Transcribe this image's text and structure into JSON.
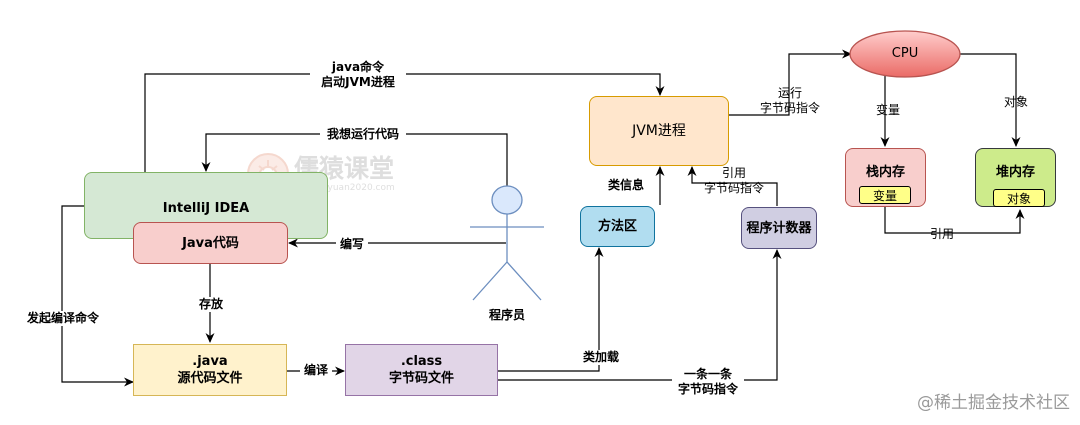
{
  "nodes": {
    "idea": "IntelliJ IDEA",
    "java_code": "Java代码",
    "java_file": [
      ".java",
      "源代码文件"
    ],
    "class_file": [
      ".class",
      "字节码文件"
    ],
    "programmer": "程序员",
    "jvm": "JVM进程",
    "method_area": "方法区",
    "pc_counter": "程序计数器",
    "cpu": "CPU",
    "stack": "栈内存",
    "stack_tag": "变量",
    "heap": "堆内存",
    "heap_tag": "对象"
  },
  "edges": {
    "java_cmd": [
      "java命令",
      "启动JVM进程"
    ],
    "want_run": "我想运行代码",
    "write": "编写",
    "store": "存放",
    "compile_cmd": "发起编译命令",
    "compile": "编译",
    "class_load": "类加载",
    "class_info": "类信息",
    "ref_instr": [
      "引用",
      "字节码指令"
    ],
    "one_by_one": [
      "一条一条",
      "字节码指令"
    ],
    "run_instr": [
      "运行",
      "字节码指令"
    ],
    "var": "变量",
    "obj": "对象",
    "ref": "引用"
  },
  "watermark": {
    "title": "儒猿课堂",
    "url": "www.ruyuan2020.com"
  },
  "footer": "@稀土掘金技术社区",
  "colors": {
    "green_fill": "#d5e8d4",
    "green_stroke": "#82b366",
    "red_fill": "#f8cecc",
    "red_stroke": "#b85450",
    "yellow_fill": "#fff2cc",
    "yellow_stroke": "#d6b656",
    "purple_fill": "#e1d5e7",
    "purple_stroke": "#9673a6",
    "blue_fill": "#dae8fc",
    "blue_stroke": "#6c8ebf",
    "orange_fill": "#ffe6cc",
    "orange_stroke": "#d79b00",
    "tag_fill": "#ffff88",
    "line": "#000000"
  }
}
